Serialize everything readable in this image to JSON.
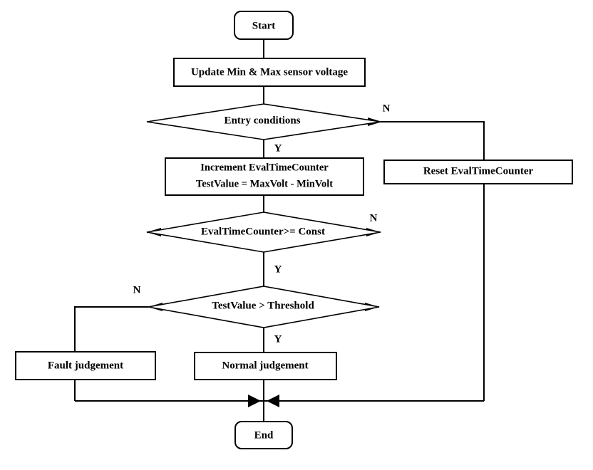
{
  "diagram": {
    "type": "flowchart",
    "title": "Sensor voltage fault evaluation flowchart",
    "background_color": "#ffffff",
    "line_color": "#000000",
    "text_color": "#000000"
  },
  "nodes": {
    "start": {
      "label": "Start",
      "shape": "terminator"
    },
    "update_voltage": {
      "label": "Update Min & Max sensor voltage",
      "shape": "process"
    },
    "entry_conditions": {
      "label": "Entry conditions",
      "shape": "decision"
    },
    "increment_line1": {
      "label": "Increment EvalTimeCounter",
      "shape": "process"
    },
    "increment_line2": {
      "label": "TestValue = MaxVolt - MinVolt",
      "shape": "process"
    },
    "reset_counter": {
      "label": "Reset EvalTimeCounter",
      "shape": "process"
    },
    "counter_check": {
      "label": "EvalTimeCounter>= Const",
      "shape": "decision"
    },
    "threshold_check": {
      "label": "TestValue > Threshold",
      "shape": "decision"
    },
    "fault_judgement": {
      "label": "Fault judgement",
      "shape": "process"
    },
    "normal_judgement": {
      "label": "Normal judgement",
      "shape": "process"
    },
    "end": {
      "label": "End",
      "shape": "terminator"
    }
  },
  "branch_labels": {
    "entry_no": "N",
    "entry_yes": "Y",
    "counter_no": "N",
    "counter_yes": "Y",
    "threshold_no": "N",
    "threshold_yes": "Y"
  }
}
